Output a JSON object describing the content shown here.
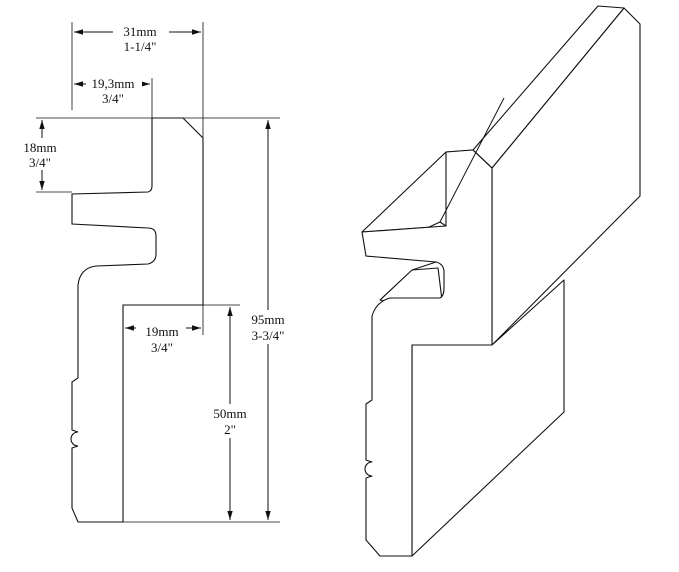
{
  "dimensions": {
    "overall_width": {
      "metric": "31mm",
      "imperial": "1-1/4\""
    },
    "tongue_width": {
      "metric": "19,3mm",
      "imperial": "3/4\""
    },
    "top_height": {
      "metric": "18mm",
      "imperial": "3/4\""
    },
    "overall_height": {
      "metric": "95mm",
      "imperial": "3-3/4\""
    },
    "step_width": {
      "metric": "19mm",
      "imperial": "3/4\""
    },
    "lower_height": {
      "metric": "50mm",
      "imperial": "2\""
    }
  },
  "colors": {
    "line": "#111111",
    "background": "#ffffff"
  }
}
